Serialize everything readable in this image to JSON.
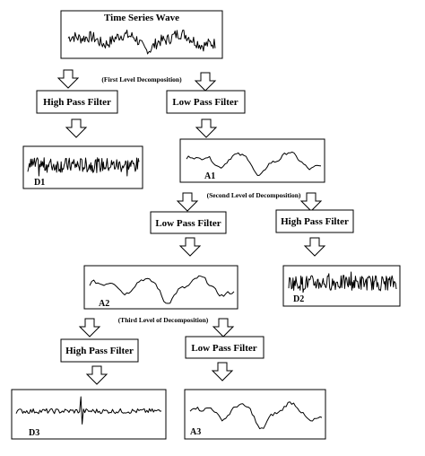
{
  "title": "Time Series Wave",
  "levels": {
    "first": "(First Level Decomposition)",
    "second": "(Second Level of Decomposition)",
    "third": "(Third Level of Decomposition)"
  },
  "filters": {
    "hp1": "High Pass Filter",
    "lp1": "Low Pass Filter",
    "lp2": "Low Pass Filter",
    "hp2": "High Pass Filter",
    "hp3": "High Pass Filter",
    "lp3": "Low Pass Filter"
  },
  "signals": {
    "d1": "D1",
    "a1": "A1",
    "a2": "A2",
    "d2": "D2",
    "d3": "D3",
    "a3": "A3"
  }
}
